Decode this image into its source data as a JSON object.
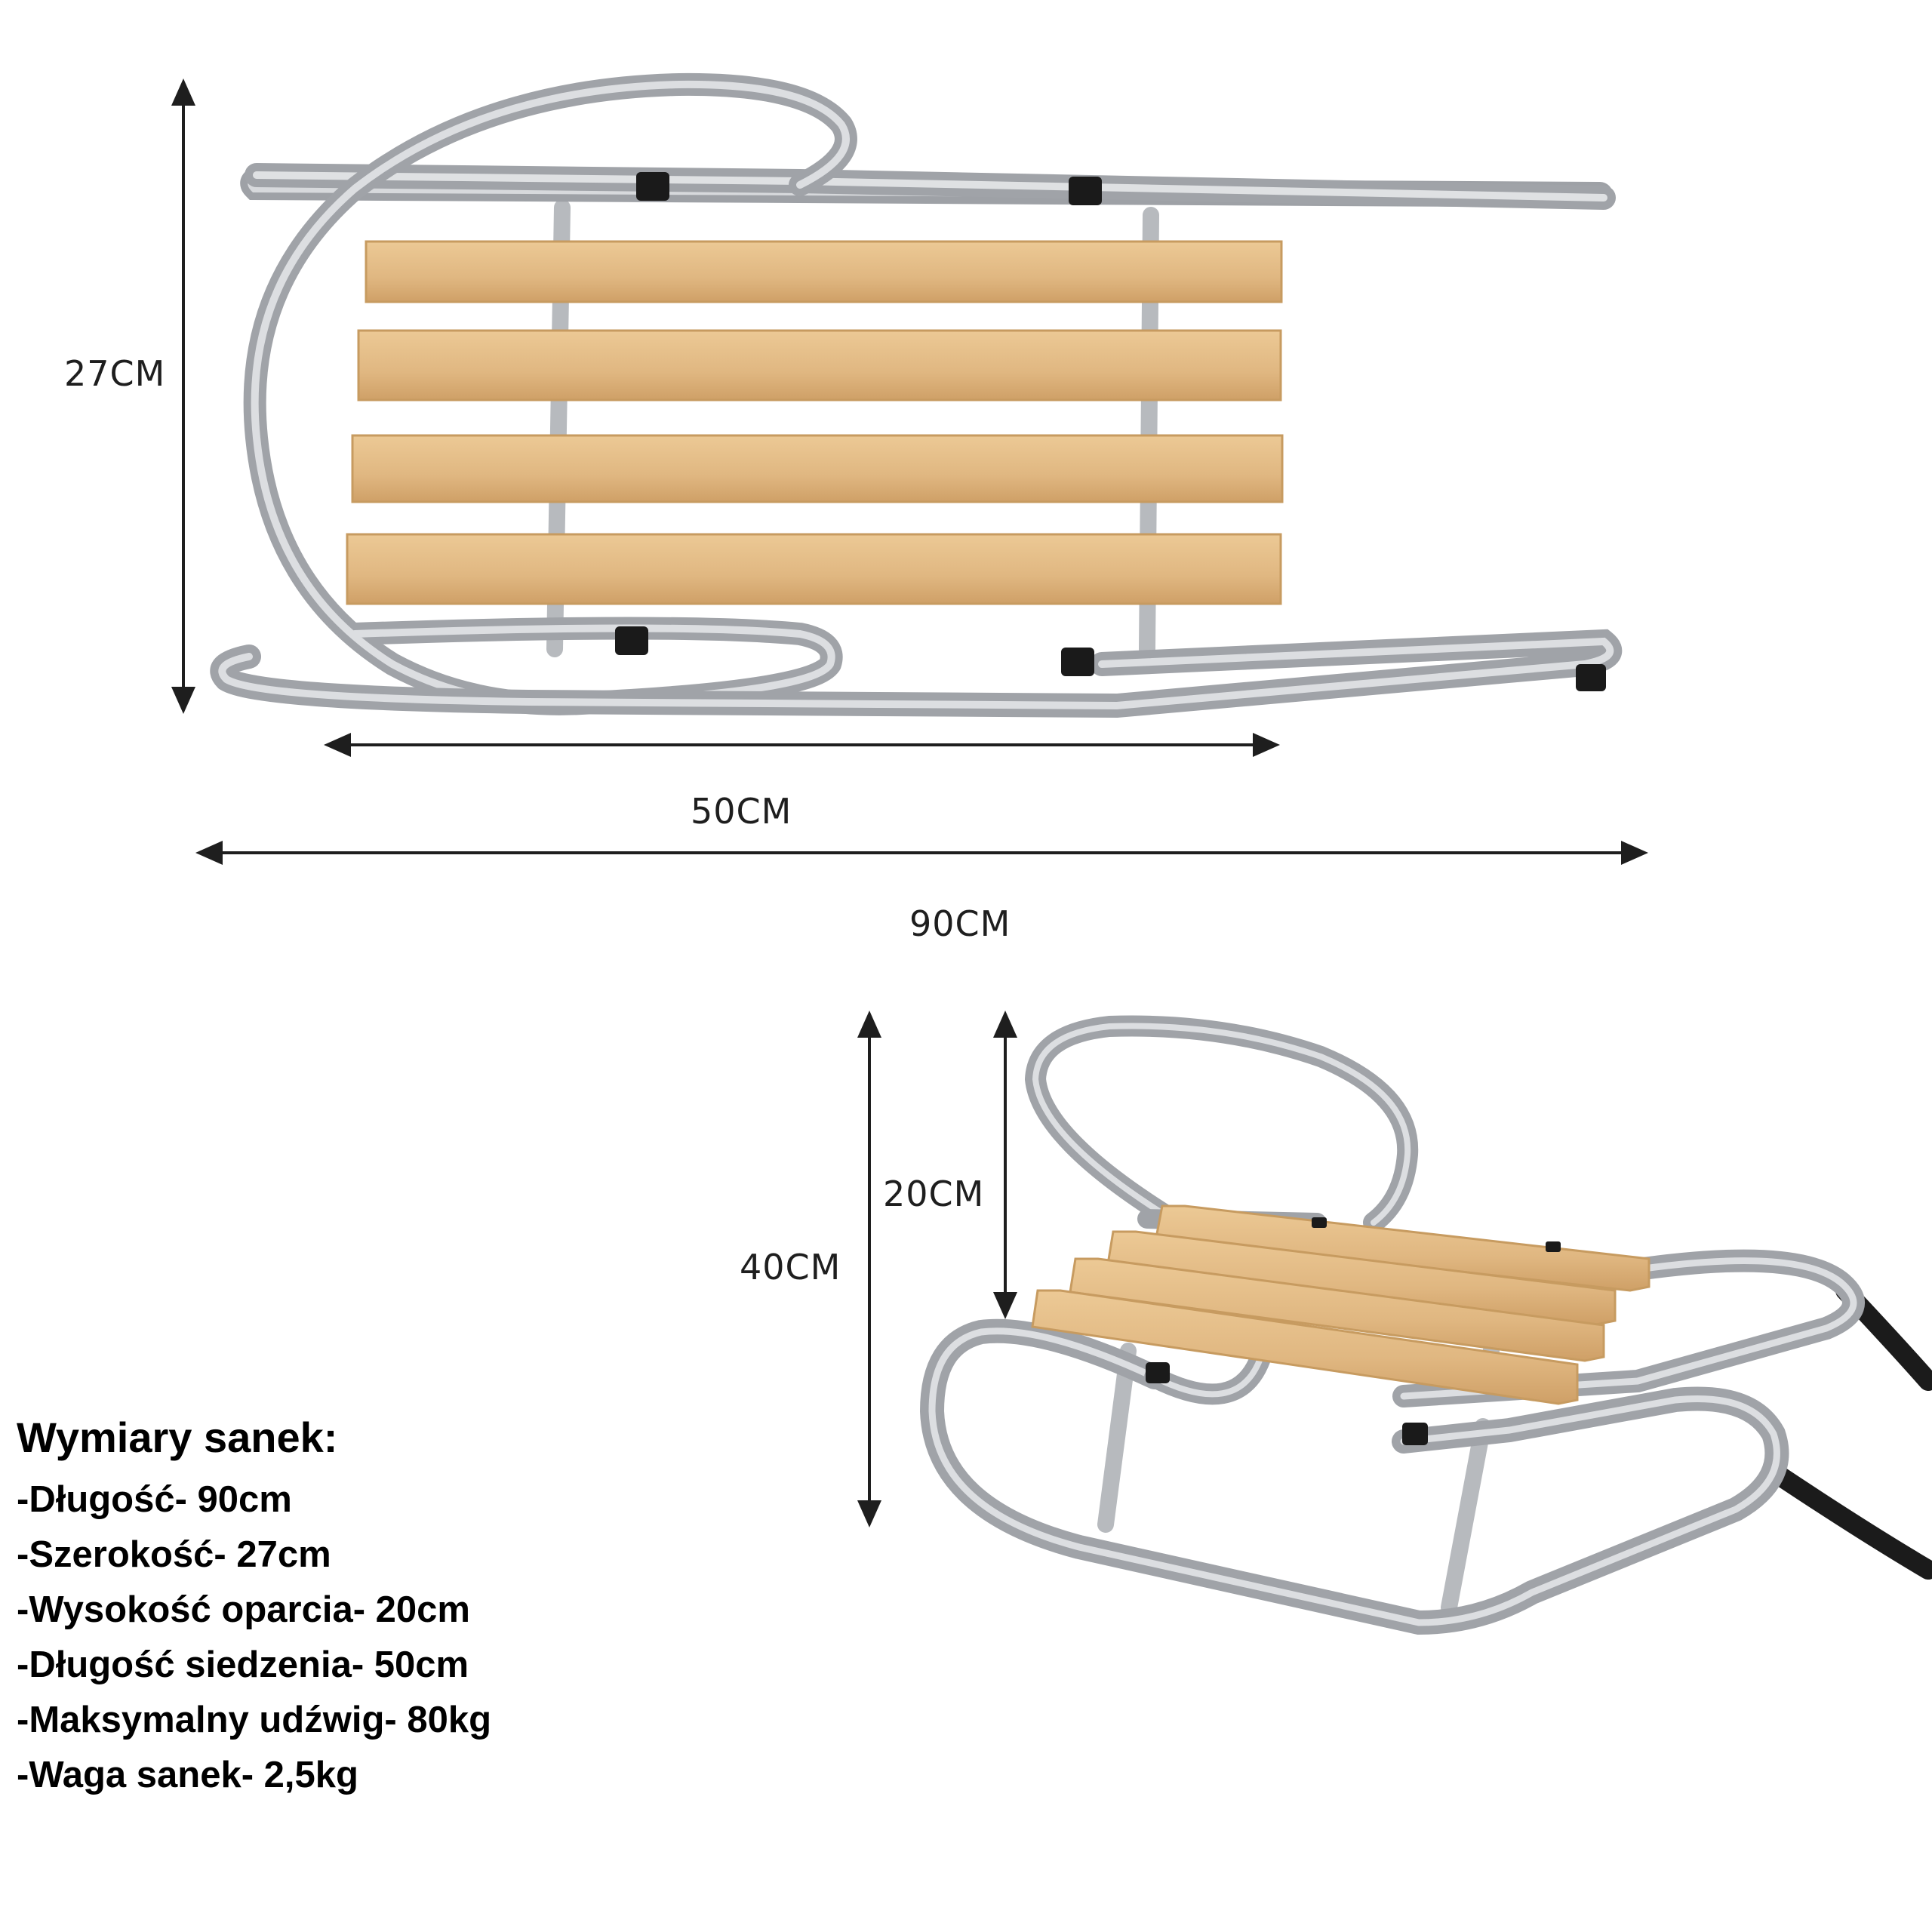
{
  "dimensions": {
    "width": "27CM",
    "seat_length": "50CM",
    "length": "90CM",
    "backrest_height": "20CM",
    "height": "40CM"
  },
  "specs": {
    "title": "Wymiary sanek:",
    "items": [
      "-Długość- 90cm",
      "-Szerokość- 27cm",
      "-Wysokość oparcia- 20cm",
      "-Długość siedzenia- 50cm",
      "-Maksymalny udźwig- 80kg",
      "-Waga sanek- 2,5kg"
    ]
  },
  "colors": {
    "metal": "#b9bcc0",
    "metal_dark": "#8e9196",
    "wood": "#e2bd88",
    "wood_edge": "#c79b60",
    "rubber": "#1a1a1a",
    "arrow": "#1e1e1e"
  }
}
